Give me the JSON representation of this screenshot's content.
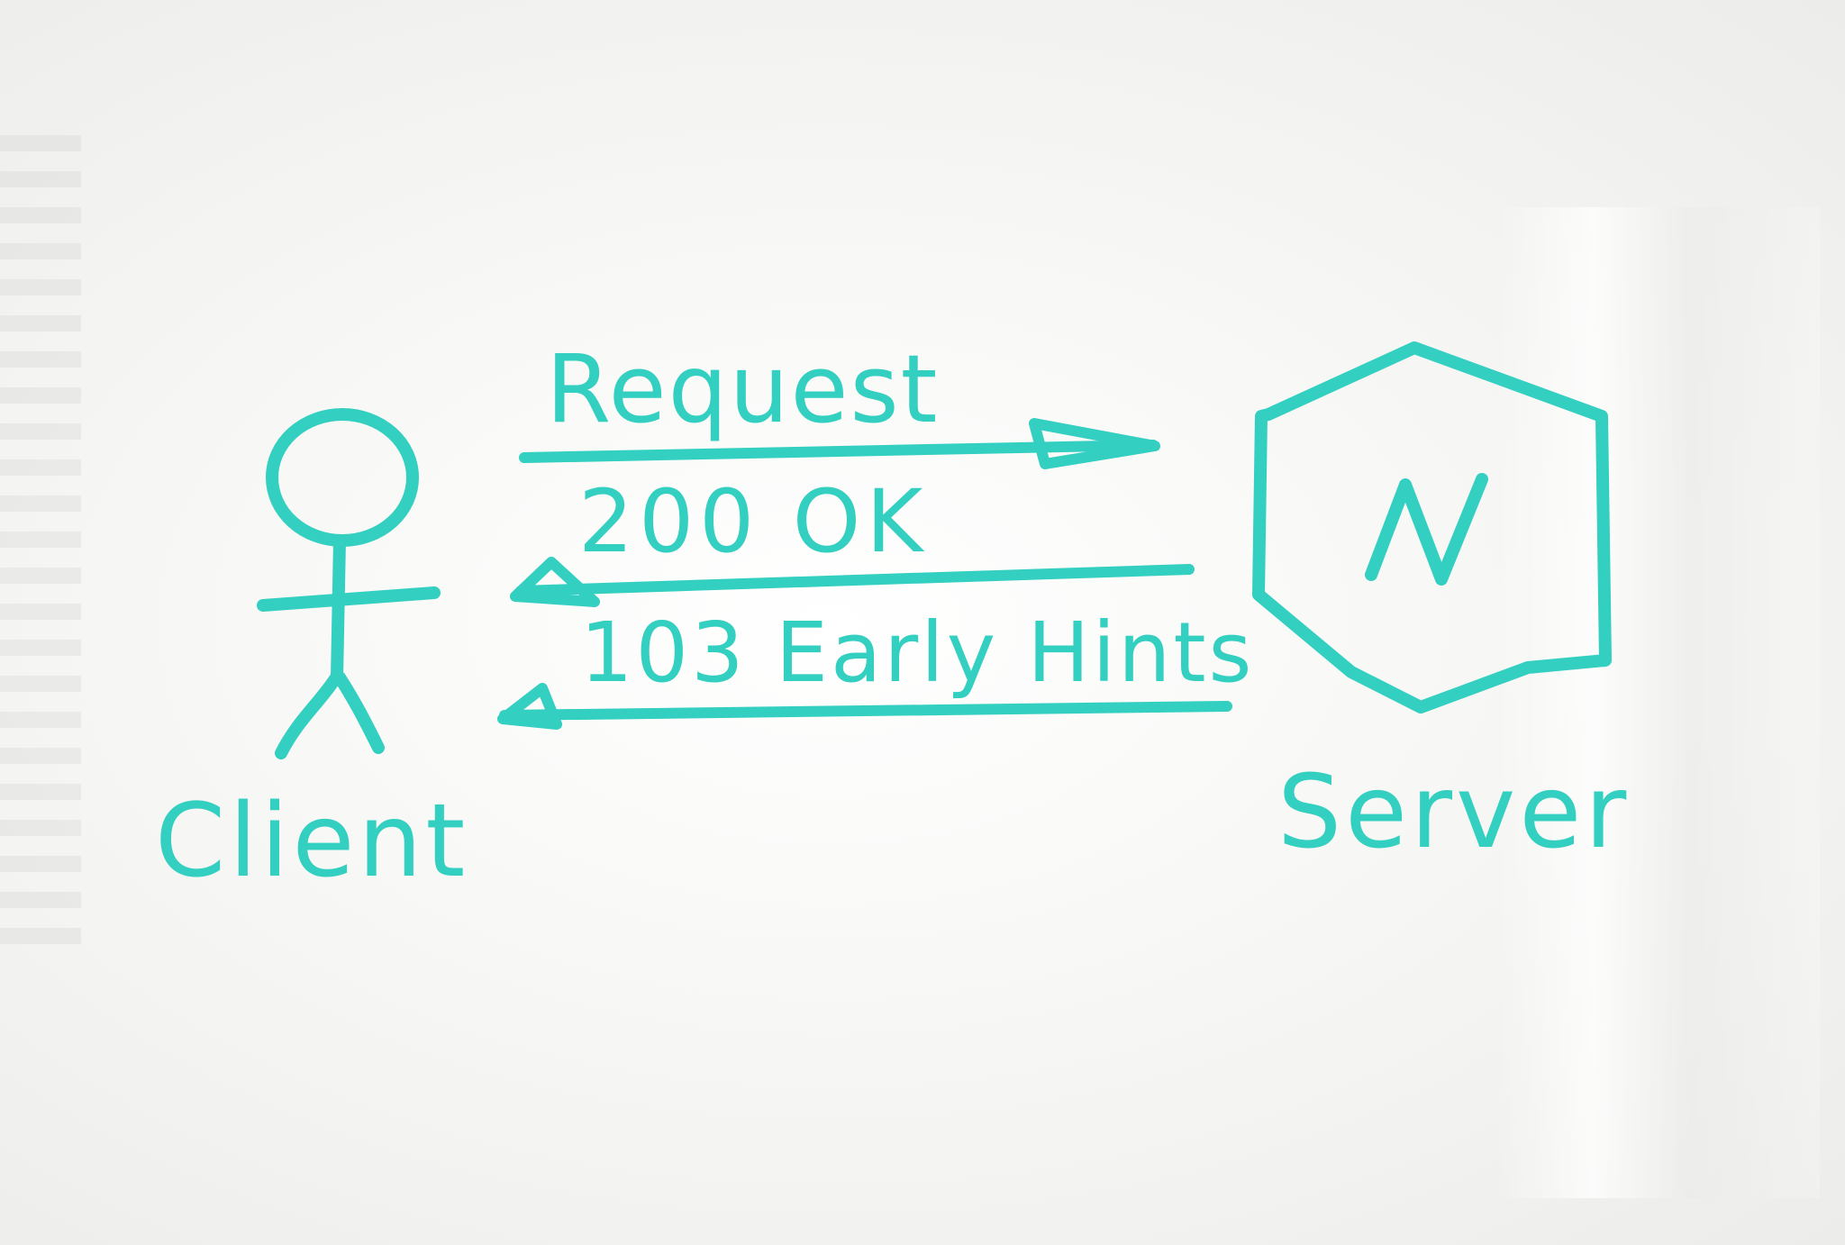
{
  "diagram": {
    "type": "sequence",
    "medium": "whiteboard marker sketch",
    "marker_color": "#33cfc0",
    "background_color": "#f7f7f5",
    "nodes": [
      {
        "id": "client",
        "label": "Client",
        "shape": "stick-figure"
      },
      {
        "id": "server",
        "label": "Server",
        "shape": "hexagon",
        "inner_label": "N"
      }
    ],
    "messages": [
      {
        "id": "request",
        "label": "Request",
        "from": "client",
        "to": "server"
      },
      {
        "id": "ok",
        "label": "200 OK",
        "from": "server",
        "to": "client"
      },
      {
        "id": "early_hints",
        "label": "103 Early Hints",
        "from": "server",
        "to": "client"
      }
    ]
  }
}
